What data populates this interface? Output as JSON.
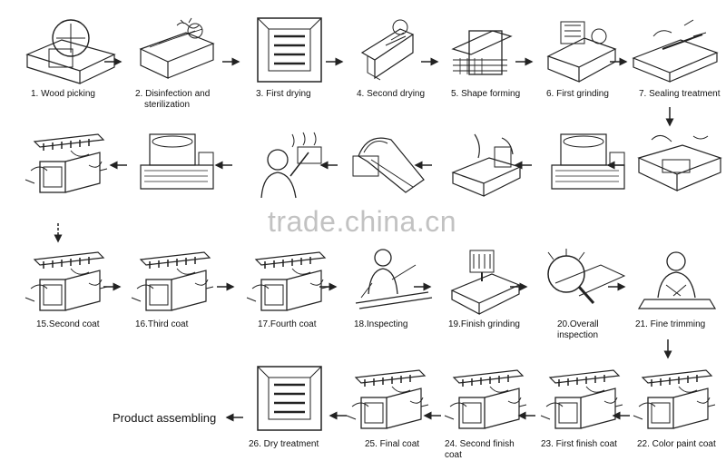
{
  "steps": [
    {
      "label": "1. Wood picking"
    },
    {
      "label": "2. Disinfection and",
      "label2": "sterilization"
    },
    {
      "label": "3. First drying"
    },
    {
      "label": "4. Second drying"
    },
    {
      "label": "5.  Shape forming"
    },
    {
      "label": "6. First grinding"
    },
    {
      "label": "7. Sealing treatment"
    },
    {
      "label": ""
    },
    {
      "label": ""
    },
    {
      "label": ""
    },
    {
      "label": ""
    },
    {
      "label": ""
    },
    {
      "label": ""
    },
    {
      "label": ""
    },
    {
      "label": "15.Second coat"
    },
    {
      "label": "16.Third coat"
    },
    {
      "label": "17.Fourth coat"
    },
    {
      "label": "18.Inspecting"
    },
    {
      "label": "19.Finish grinding"
    },
    {
      "label": "20.Overall",
      "label2": "inspection"
    },
    {
      "label": "21. Fine trimming"
    },
    {
      "label": "22.  Color paint coat"
    },
    {
      "label": "23.  First finish coat"
    },
    {
      "label": "24.  Second finish",
      "label2": "coat"
    },
    {
      "label": "25.   Final coat"
    },
    {
      "label": "26.  Dry treatment"
    }
  ],
  "final_step": "Product assembling",
  "watermark": "trade.china.cn"
}
